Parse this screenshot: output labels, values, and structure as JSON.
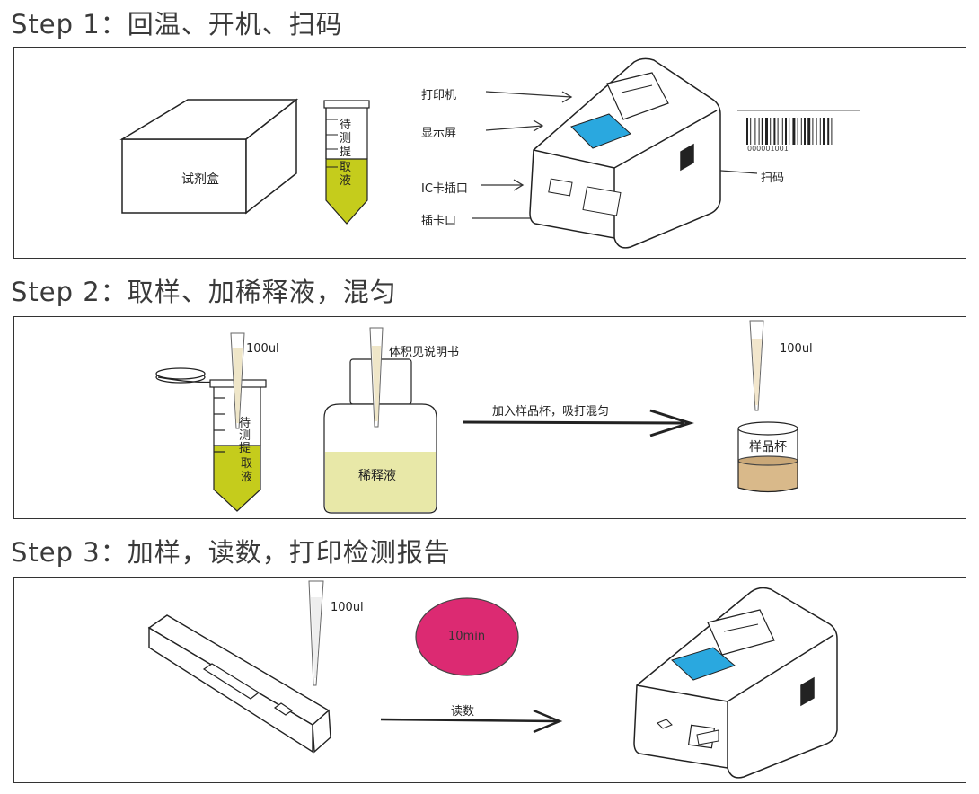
{
  "steps": [
    {
      "title": "Step 1：回温、开机、扫码"
    },
    {
      "title": "Step 2：取样、加稀释液，混匀"
    },
    {
      "title": "Step 3：加样，读数，打印检测报告"
    }
  ],
  "step1": {
    "reagent_box": "试剂盒",
    "tube_label_top": [
      "待",
      "测",
      "提"
    ],
    "tube_label_liquid": [
      "取",
      "液"
    ],
    "printer_label": "打印机",
    "screen_label": "显示屏",
    "ic_slot_label": "IC卡插口",
    "card_slot_label": "插卡口",
    "scan_label": "扫码",
    "barcode_number": "000001001"
  },
  "step2": {
    "volume_1": "100ul",
    "volume_2": "体积见说明书",
    "volume_3": "100ul",
    "tube_label_top": [
      "待",
      "测",
      "提"
    ],
    "tube_label_liquid": [
      "取",
      "液"
    ],
    "diluent_label": "稀释液",
    "arrow_label": "加入样品杯，吸打混匀",
    "cup_label": "样品杯"
  },
  "step3": {
    "volume": "100ul",
    "timer": "10min",
    "read_label": "读数"
  },
  "colors": {
    "liquid": "#c5cc1c",
    "diluent": "#e8e8a8",
    "screen": "#2aa8df",
    "timer": "#dc2a72",
    "sample": "#d9b98a"
  }
}
